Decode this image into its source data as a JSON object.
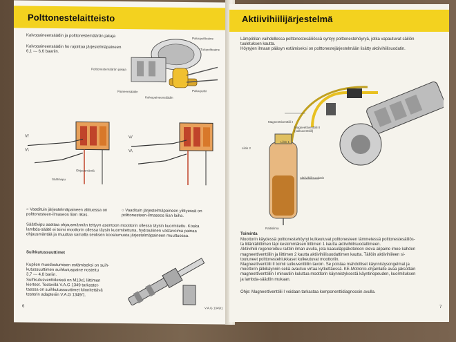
{
  "left_page": {
    "heading": "Polttonestelaitteisto",
    "subhead": "Kalvopaineensäädin ja polttonestemäärän jakaja",
    "intro": "Kalvopaineensäädin ho rajoittaa järjestelmäpaineen\n6,1 — 6,6 baariin.",
    "fig1_labels": [
      "Polttonestemäärän jakaja",
      "Paineensäädin",
      "Kalvopaineensäädin",
      "Paluupolttoaine",
      "Tulopolttoaine",
      "Paluuputki"
    ],
    "fig2_labels": [
      "Ohjausmäntä",
      "Säätövipu"
    ],
    "caption_left": "○ Vaadituin järjestelmäpaineen alittuessa on\npolttonesteen-ilmaseos liian rikas.",
    "caption_right": "○ Vaadituin järjestelmäpaineen ylittyessä on\npolttonesteen-ilmaseos liian laiha.",
    "body": "Säätövipu asettaa ohjausmännän tettyyn asentoon moottorin ollessa täysin kuormitettu. Koska\nlambda-säätö ei toimi moottorin ollessa täysin kuormitettuna, hydrauliinen vastavoima painaa\nohjausmäntää ja muuttaa samalla seoksen koostumusta järjestelmäpaineen muuttuessa.",
    "section2_title": "Suihkutussuuttimet",
    "section2_text": "Kuplien muodostumisen estämiseksi on suih-\nkutussuuttimen suihkutuspaine nostettu\n3,7 — 4,8 bariin.\nSuihkutusventtiileissä on M10x1 liittimen\nkierteet. Testerillä V.A.G 1349 tarkastet-\ntaessa on suihkutussuuttimet kiinnitettävä\ntesterin adapteriin V.A.G 1349/1.",
    "tool_label": "V.A.G 1349/1",
    "page_number": "6"
  },
  "right_page": {
    "heading": "Aktiivihiilijärjestelmä",
    "intro": "Lämpötilan vaihdellessa polttonestesäiliössä syntyy polttonestehöyryä, jotka vapautuvat säiliön\ntuuletuksen kautta.\nHöyryjen ilmaan pääsyn estämiseksi on polttonestejärjestelmään lisätty aktiivihiilisuodatin.",
    "diagram_labels": [
      "Magneettiventtiili I",
      "Magneettiventtiili II\n(sulkuventtiili)",
      "Liitin 1",
      "Liitin 2",
      "Aktiivihiilisuodatin",
      "Raitisilma"
    ],
    "section_title": "Toiminta",
    "body": "Moottorin käydessä polttonestehöyryt kulkeutuvat polttonesteen lämmetessä polttonestesäiliös-\nta liitäntäliittimen läpi keskimmäisen liittimen 1 kautta aktiivihiilisuodattimeen.\nAktiivihiili regeneroituu raittiin ilman avulla, jota kaasuläppäkoteloon oleva alipaine imee kahden\nmagneettiventtiilin ja liittimen 2 kautta aktiivihiilisuodattimen kautta. Tällöin aktiivihiileen si-\ntoutuneet polttonestehiukkaset kulkeutuvat moottoriin.\nMagneettiventtiili II toimii sulkuventtiilin tavoin. Se poistaa mahdolliset käynnistysongelmat ja\nmoottorin jälkikäynnin sekä avautuu virtaa kytkettäessä. KE-Motronic-ohjainlaite avaa jaksottain\nmagneettiventtiilin I minuutiin kuluttua moottorin käynnistyksestä käyntinopeuden, kuormituksen\nja lambda-säädön mukaan.",
    "note": "Ohje: Magneettiventtiili I voidaan tarkastaa komponenttidiagnoosin avulla.",
    "page_number": "7"
  }
}
